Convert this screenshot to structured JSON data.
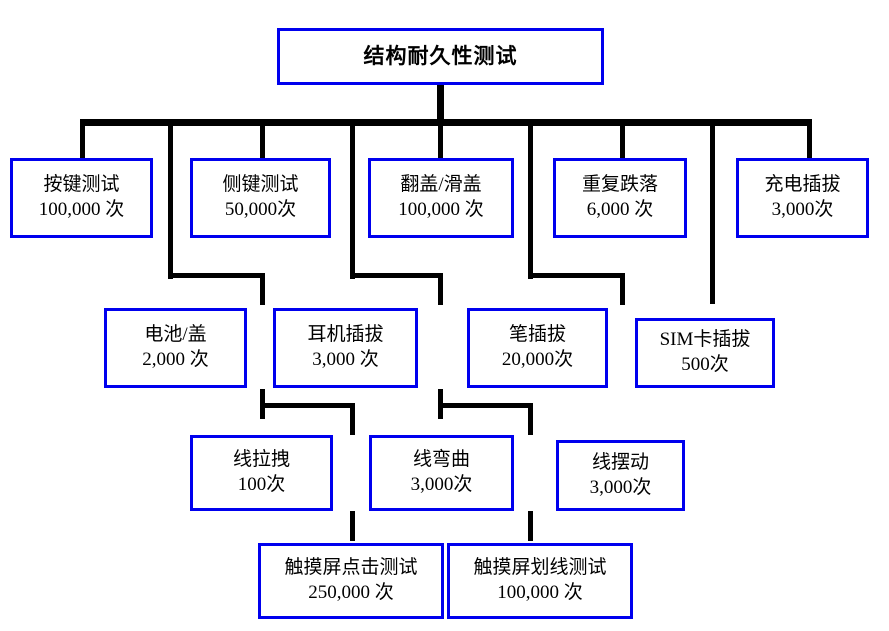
{
  "diagram": {
    "title_node": {
      "id": "root",
      "line1": "结构耐久性测试",
      "line2": ""
    },
    "colors": {
      "box_border": "#0000ee",
      "connector": "#000000",
      "background": "#ffffff",
      "text": "#000000"
    },
    "level1": [
      {
        "id": "key-test",
        "line1": "按键测试",
        "line2": "100,000 次"
      },
      {
        "id": "side-key-test",
        "line1": "侧键测试",
        "line2": "50,000次"
      },
      {
        "id": "flip-slide-test",
        "line1": "翻盖/滑盖",
        "line2": "100,000 次"
      },
      {
        "id": "repeat-drop",
        "line1": "重复跌落",
        "line2": "6,000 次"
      },
      {
        "id": "charge-plug",
        "line1": "充电插拔",
        "line2": "3,000次"
      }
    ],
    "level2": [
      {
        "id": "battery-cover",
        "line1": "电池/盖",
        "line2": "2,000 次"
      },
      {
        "id": "earphone-plug",
        "line1": "耳机插拔",
        "line2": "3,000 次"
      },
      {
        "id": "pen-plug",
        "line1": "笔插拔",
        "line2": "20,000次"
      },
      {
        "id": "sim-card-plug",
        "line1": "SIM卡插拔",
        "line2": "500次"
      }
    ],
    "level3": [
      {
        "id": "cable-pull",
        "line1": "线拉拽",
        "line2": "100次"
      },
      {
        "id": "cable-bend",
        "line1": "线弯曲",
        "line2": "3,000次"
      },
      {
        "id": "cable-swing",
        "line1": "线摆动",
        "line2": "3,000次"
      }
    ],
    "level4": [
      {
        "id": "touch-tap-test",
        "line1": "触摸屏点击测试",
        "line2": "250,000 次"
      },
      {
        "id": "touch-swipe-test",
        "line1": "触摸屏划线测试",
        "line2": "100,000 次"
      }
    ]
  }
}
